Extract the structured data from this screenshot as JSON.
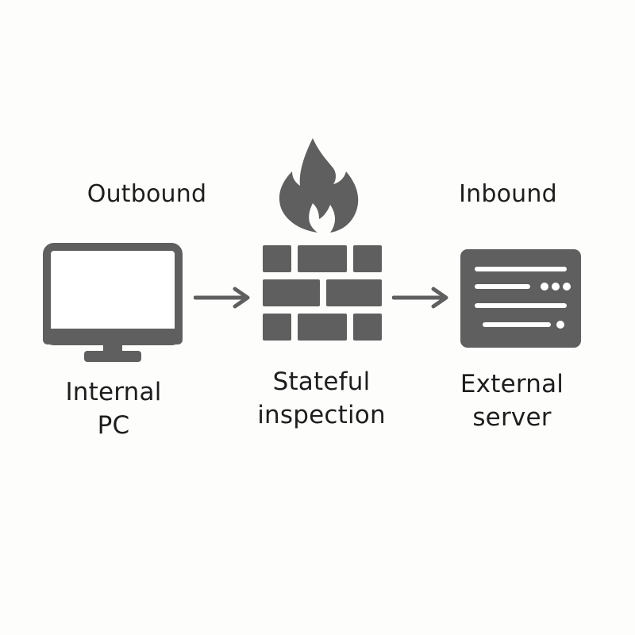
{
  "diagram": {
    "labels": {
      "outbound": "Outbound",
      "inbound": "Inbound",
      "internal_pc": "Internal\nPC",
      "stateful_inspection": "Stateful\ninspection",
      "external_server": "External\nserver"
    },
    "icons": {
      "computer": "monitor-icon",
      "firewall": "firewall-brick-wall-icon",
      "flame": "flame-icon",
      "server": "server-icon",
      "arrow_left": "arrow-right-icon",
      "arrow_right": "arrow-right-icon"
    },
    "colors": {
      "icon_fill": "#5f5f5f",
      "text": "#1e1e1e",
      "background": "#fdfdfc"
    }
  }
}
